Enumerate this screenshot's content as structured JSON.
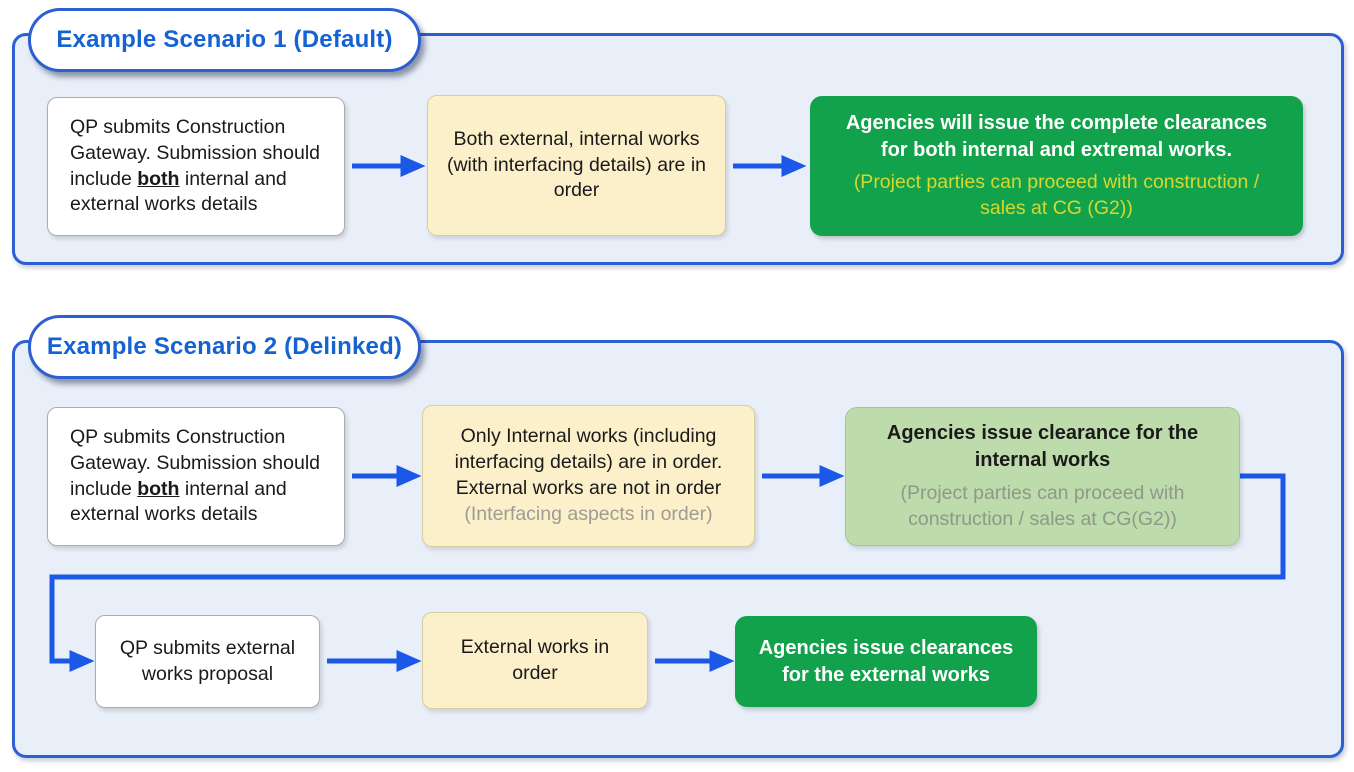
{
  "colors": {
    "container_bg": "#e9eff8",
    "border_blue": "#2b5fd2",
    "title_blue": "#1563d2",
    "arrow_blue": "#1b58e8",
    "green": "#12a24b",
    "green_note_yellow": "#d6d832",
    "light_green": "#bedbab",
    "yellow": "#fbf0ca",
    "white": "#ffffff"
  },
  "scenario1": {
    "title": "Example Scenario 1 (Default)",
    "qp_box": {
      "part1": "QP submits Construction Gateway. Submission should include ",
      "bold_word": "both",
      "part2": " internal and external works details"
    },
    "condition_box": "Both external, internal works (with interfacing details) are in order",
    "outcome_box": {
      "main": "Agencies will issue the complete clearances for both internal and extremal works.",
      "note": "(Project parties can proceed with construction / sales at CG (G2))"
    }
  },
  "scenario2": {
    "title": "Example Scenario 2 (Delinked)",
    "qp_box": {
      "part1": "QP submits Construction Gateway. Submission should include ",
      "bold_word": "both",
      "part2": " internal and external works details"
    },
    "condition_box": {
      "main": "Only Internal works (including interfacing details) are in order. External works are not in order",
      "note": "(Interfacing aspects in order)"
    },
    "outcome_box": {
      "main": "Agencies issue clearance for the internal works",
      "note": "(Project parties can proceed with construction / sales at CG(G2))"
    },
    "qp_external_box": "QP submits external works proposal",
    "external_condition_box": "External works in order",
    "external_outcome_box": "Agencies issue clearances for the external works"
  }
}
